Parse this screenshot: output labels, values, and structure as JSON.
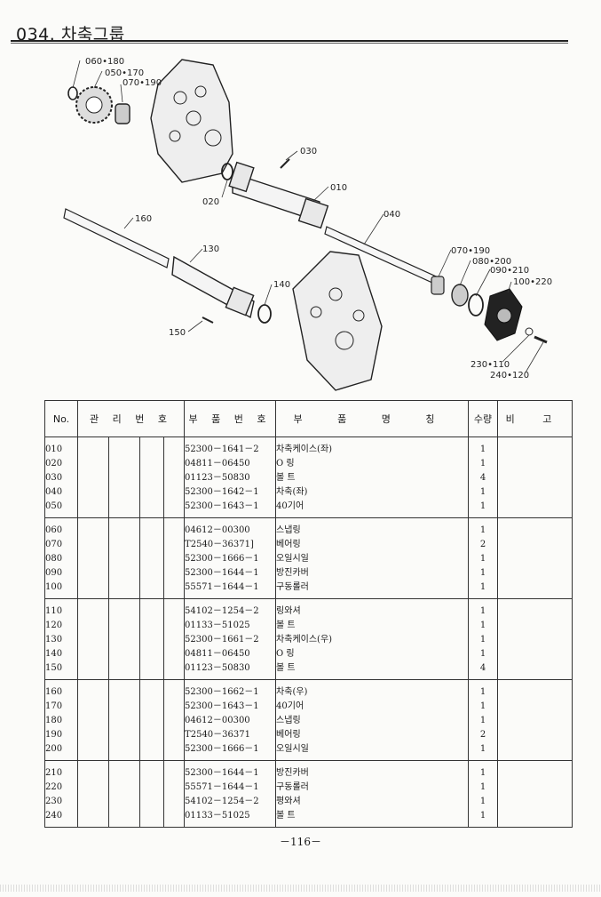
{
  "header": {
    "title": "034. 차축그룹"
  },
  "diagram": {
    "callouts": [
      "060•180",
      "050•170",
      "070•190",
      "030",
      "010",
      "020",
      "040",
      "160",
      "130",
      "140",
      "150",
      "070•190",
      "080•200",
      "090•210",
      "100•220",
      "230•110",
      "240•120"
    ]
  },
  "table": {
    "headers": {
      "no": "No.",
      "mgmt": "관 리 번 호",
      "part_no": "부 품 번 호",
      "name": "부 품 명 칭",
      "qty": "수량",
      "remarks": "비 고"
    },
    "groups": [
      {
        "nos": [
          "010",
          "020",
          "030",
          "040",
          "050"
        ],
        "part_nos": [
          "52300－1641－2",
          "04811－06450",
          "01123－50830",
          "52300－1642－1",
          "52300－1643－1"
        ],
        "names": [
          "차축케이스(좌)",
          "O 링",
          "볼 트",
          "차축(좌)",
          "40기어"
        ],
        "qtys": [
          "1",
          "1",
          "4",
          "1",
          "1"
        ]
      },
      {
        "nos": [
          "060",
          "070",
          "080",
          "090",
          "100"
        ],
        "part_nos": [
          "04612－00300",
          "T2540－36371]",
          "52300－1666－1",
          "52300－1644－1",
          "55571－1644－1"
        ],
        "names": [
          "스냅링",
          "베어링",
          "오일시일",
          "방진카버",
          "구동롤러"
        ],
        "qtys": [
          "1",
          "2",
          "1",
          "1",
          "1"
        ]
      },
      {
        "nos": [
          "110",
          "120",
          "130",
          "140",
          "150"
        ],
        "part_nos": [
          "54102－1254－2",
          "01133－51025",
          "52300－1661－2",
          "04811－06450",
          "01123－50830"
        ],
        "names": [
          "링와셔",
          "볼 트",
          "차축케이스(우)",
          "O 링",
          "볼 트"
        ],
        "qtys": [
          "1",
          "1",
          "1",
          "1",
          "4"
        ]
      },
      {
        "nos": [
          "160",
          "170",
          "180",
          "190",
          "200"
        ],
        "part_nos": [
          "52300－1662－1",
          "52300－1643－1",
          "04612－00300",
          "T2540－36371",
          "52300－1666－1"
        ],
        "names": [
          "차축(우)",
          "40기어",
          "스냅링",
          "베어링",
          "오일시일"
        ],
        "qtys": [
          "1",
          "1",
          "1",
          "2",
          "1"
        ]
      },
      {
        "nos": [
          "210",
          "220",
          "230",
          "240"
        ],
        "part_nos": [
          "52300－1644－1",
          "55571－1644－1",
          "54102－1254－2",
          "01133－51025"
        ],
        "names": [
          "방진카버",
          "구동롤러",
          "평와셔",
          "볼 트"
        ],
        "qtys": [
          "1",
          "1",
          "1",
          "1"
        ]
      }
    ]
  },
  "footer": {
    "page": "－116－"
  }
}
